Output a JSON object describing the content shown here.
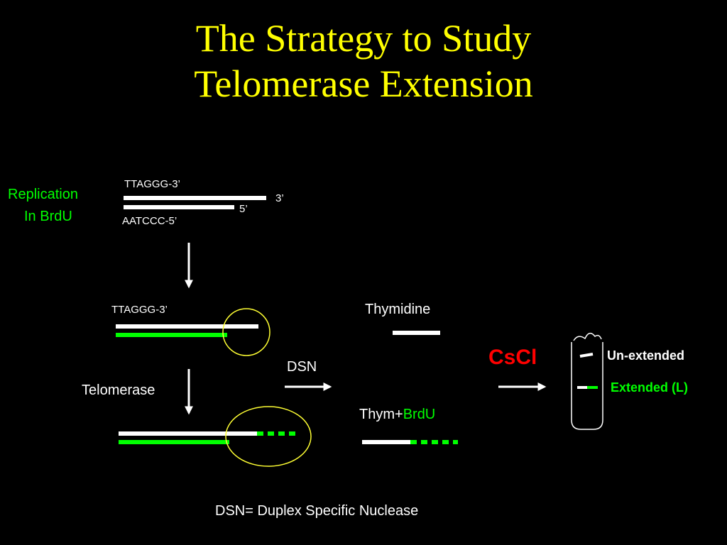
{
  "title": {
    "line1": "The Strategy to Study",
    "line2": "Telomerase Extension"
  },
  "labels": {
    "replication_line1": "Replication",
    "replication_line2": "In BrdU",
    "top_strand_3": "TTAGGG-3’",
    "top_end_3": "3’",
    "top_end_5": "5’",
    "bottom_strand_5": "AATCCC-5’",
    "mid_strand_3": "TTAGGG-3’",
    "telomerase": "Telomerase",
    "dsn": "DSN",
    "thymidine": "Thymidine",
    "thym_prefix": "Thym+",
    "thym_brdu": "BrdU",
    "cscl": "CsCl",
    "un_extended": "Un-extended",
    "extended": "Extended (L)",
    "footer": "DSN= Duplex Specific Nuclease"
  },
  "colors": {
    "title": "#ffff00",
    "background": "#000000",
    "strand_plain": "#ffffff",
    "strand_brdu": "#00ff00",
    "highlight_circle": "#ffff33",
    "cscl": "#ff0000"
  }
}
